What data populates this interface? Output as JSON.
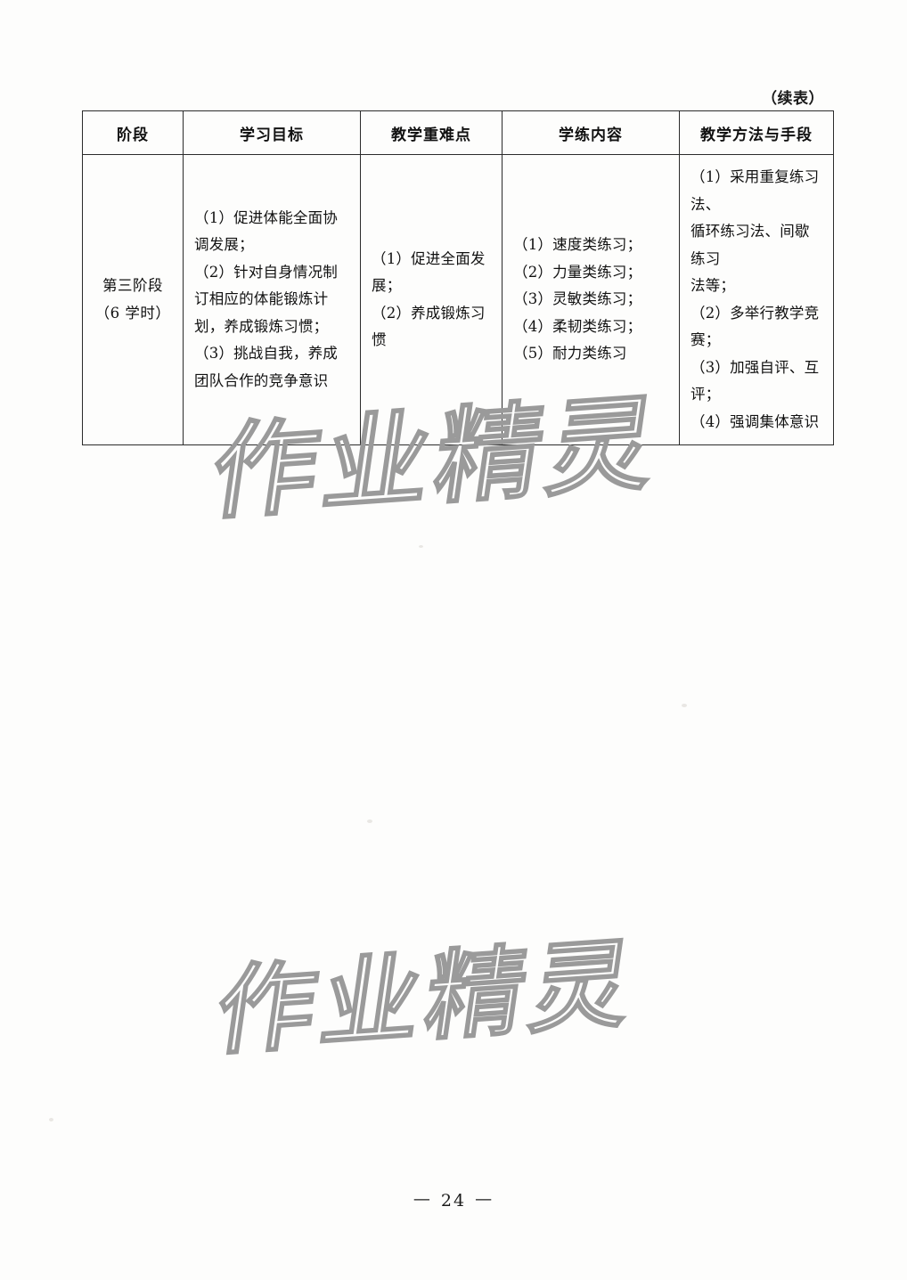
{
  "document": {
    "continued_label": "（续表）",
    "page_number": "24",
    "folio_left_dash": "—",
    "folio_right_dash": "—",
    "watermark_text": "作业精灵"
  },
  "table": {
    "headers": [
      "阶段",
      "学习目标",
      "教学重难点",
      "学练内容",
      "教学方法与手段"
    ],
    "rows": [
      {
        "stage": [
          "第三阶段",
          "（6 学时）"
        ],
        "objectives": [
          "（1）促进体能全面协",
          "调发展；",
          "（2）针对自身情况制",
          "订相应的体能锻炼计",
          "划，养成锻炼习惯；",
          "（3）挑战自我，养成",
          "团队合作的竞争意识"
        ],
        "key_points": [
          "（1）促进全面发展；",
          "（2）养成锻炼习惯"
        ],
        "contents": [
          "（1）速度类练习；",
          "（2）力量类练习；",
          "（3）灵敏类练习；",
          "（4）柔韧类练习；",
          "（5）耐力类练习"
        ],
        "methods": [
          "（1）采用重复练习法、",
          "循环练习法、间歇练习",
          "法等；",
          "（2）多举行教学竞赛；",
          "（3）加强自评、互评；",
          "（4）强调集体意识"
        ]
      }
    ]
  }
}
